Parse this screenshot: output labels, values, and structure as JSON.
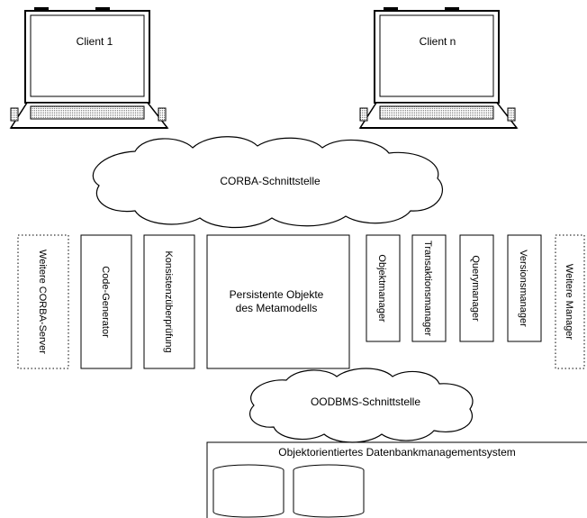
{
  "clients": {
    "left_label": "Client 1",
    "right_label": "Client n",
    "icon": "laptop-icon"
  },
  "interfaces": {
    "corba": "CORBA-Schnittstelle",
    "oodbms": "OODBMS-Schnittstelle"
  },
  "components": {
    "weitere_corba_server": "Weitere CORBA-Server",
    "code_generator": "Code-Generator",
    "konsistenzpruefung": "Konsistenzüberprüfung",
    "persistente_objekte_line1": "Persistente Objekte",
    "persistente_objekte_line2": "des Metamodells",
    "objektmanager": "Objektmanager",
    "transaktionsmanager": "Transaktionsmanager",
    "querymanager": "Querymanager",
    "versionsmanager": "Versionsmanager",
    "weitere_manager": "Weitere Manager"
  },
  "database": {
    "title": "Objektorientiertes Datenbankmanagementsystem",
    "icon": "database-disk-stack-icon"
  }
}
